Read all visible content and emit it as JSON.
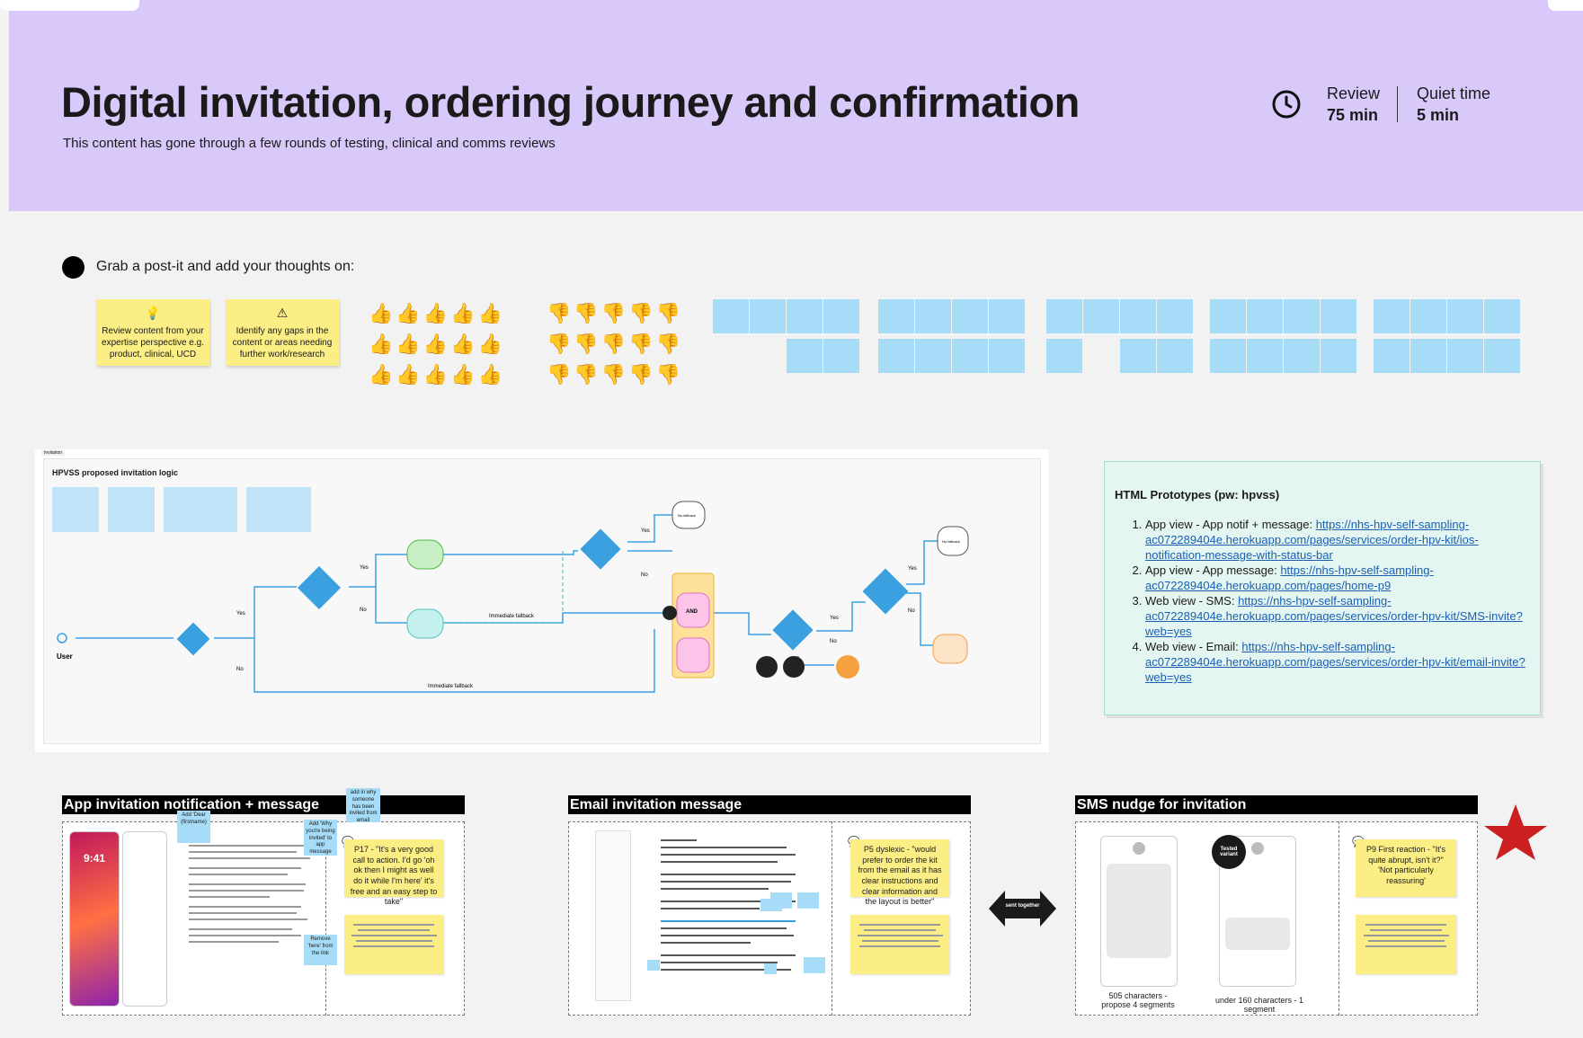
{
  "header": {
    "title": "Digital invitation, ordering journey and confirmation",
    "subtitle": "This content has gone through a few rounds of testing, clinical and comms reviews",
    "review_label": "Review",
    "review_value": "75 min",
    "quiet_label": "Quiet time",
    "quiet_value": "5 min"
  },
  "prompt": {
    "text": "Grab a post-it and add your thoughts on:",
    "sticky_1": "Review content from your expertise perspective e.g. product, clinical, UCD",
    "sticky_2": "Identify any gaps in the content or areas needing further work/research"
  },
  "diagram": {
    "frame_label": "Invitation",
    "title": "HPVSS proposed invitation logic",
    "user": "User",
    "yes": "Yes",
    "no": "No",
    "immediate_fallback": "Immediate fallback",
    "no_fallback": "No fallback",
    "and": "AND"
  },
  "prototypes": {
    "title": "HTML Prototypes (pw: hpvss)",
    "items": [
      {
        "prefix": "App view - App notif + message: ",
        "link": "https://nhs-hpv-self-sampling-ac072289404e.herokuapp.com/pages/services/order-hpv-kit/ios-notification-message-with-status-bar"
      },
      {
        "prefix": "App view - App message: ",
        "link": "https://nhs-hpv-self-sampling-ac072289404e.herokuapp.com/pages/home-p9"
      },
      {
        "prefix": "Web view - SMS: ",
        "link": "https://nhs-hpv-self-sampling-ac072289404e.herokuapp.com/pages/services/order-hpv-kit/SMS-invite?web=yes"
      },
      {
        "prefix": "Web view - Email: ",
        "link": "https://nhs-hpv-self-sampling-ac072289404e.herokuapp.com/pages/services/order-hpv-kit/email-invite?web=yes"
      }
    ]
  },
  "sections": {
    "app": {
      "title": "App invitation notification + message",
      "time": "9:41",
      "note_dear": "Add 'Dear (firstname)",
      "note_why": "Add 'Why you're being invited' to app message",
      "note_remove": "Remove 'here' from the link",
      "note_add": "add in why someone has been invited from email",
      "quote": "P17 - \"It's a very good call to action. I'd go 'oh ok then I might as well do it while I'm here' it's free and an easy step to take\""
    },
    "email": {
      "title": "Email invitation message",
      "quote": "P5 dyslexic - \"would prefer to order the kit from the email as it has clear instructions and clear information and the layout is better\"",
      "sent_together": "sent together"
    },
    "sms": {
      "title": "SMS nudge for invitation",
      "caption_1": "505 characters - propose 4 segments",
      "caption_2": "under 160 characters - 1 segment",
      "badge": "Tested variant",
      "quote": "P9 First reaction - \"It's quite abrupt, isn't it?\" 'Not particularly reassuring'"
    }
  },
  "colors": {
    "header_bg": "#d9c9fb",
    "sticky_yellow": "#fbee85",
    "sticky_blue": "#a6dcf7",
    "flow_blue": "#3aa0e0",
    "star_red": "#cc1f1f"
  }
}
